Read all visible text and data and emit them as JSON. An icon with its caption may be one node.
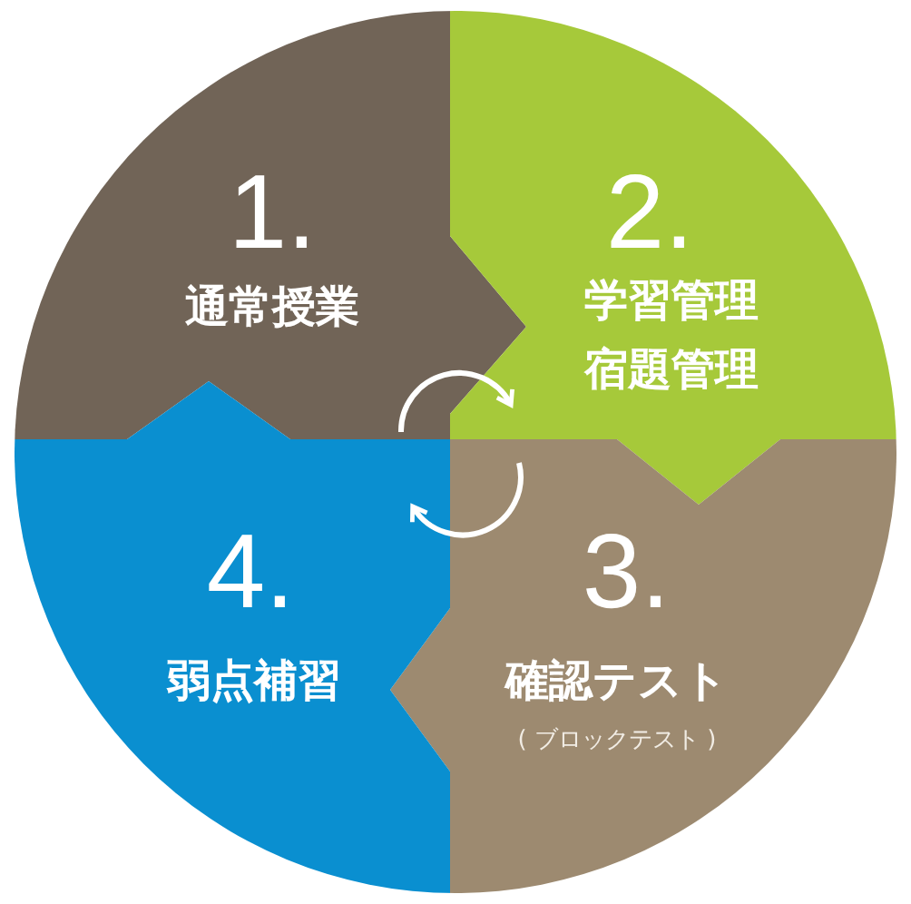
{
  "diagram": {
    "nodes": [
      {
        "text": [
          "1.",
          "通常授業"
        ]
      },
      {
        "text": [
          "2.",
          "学習管理宿題管理"
        ]
      },
      {
        "text": [
          "3.",
          "確認テスト",
          "( ブロックテスト )"
        ]
      },
      {
        "text": [
          "4.",
          "弱点補習"
        ]
      }
    ],
    "edges": [
      {
        "from": 0,
        "to": 1,
        "arrow": "to"
      },
      {
        "from": 2,
        "to": 3,
        "arrow": "to"
      }
    ]
  }
}
